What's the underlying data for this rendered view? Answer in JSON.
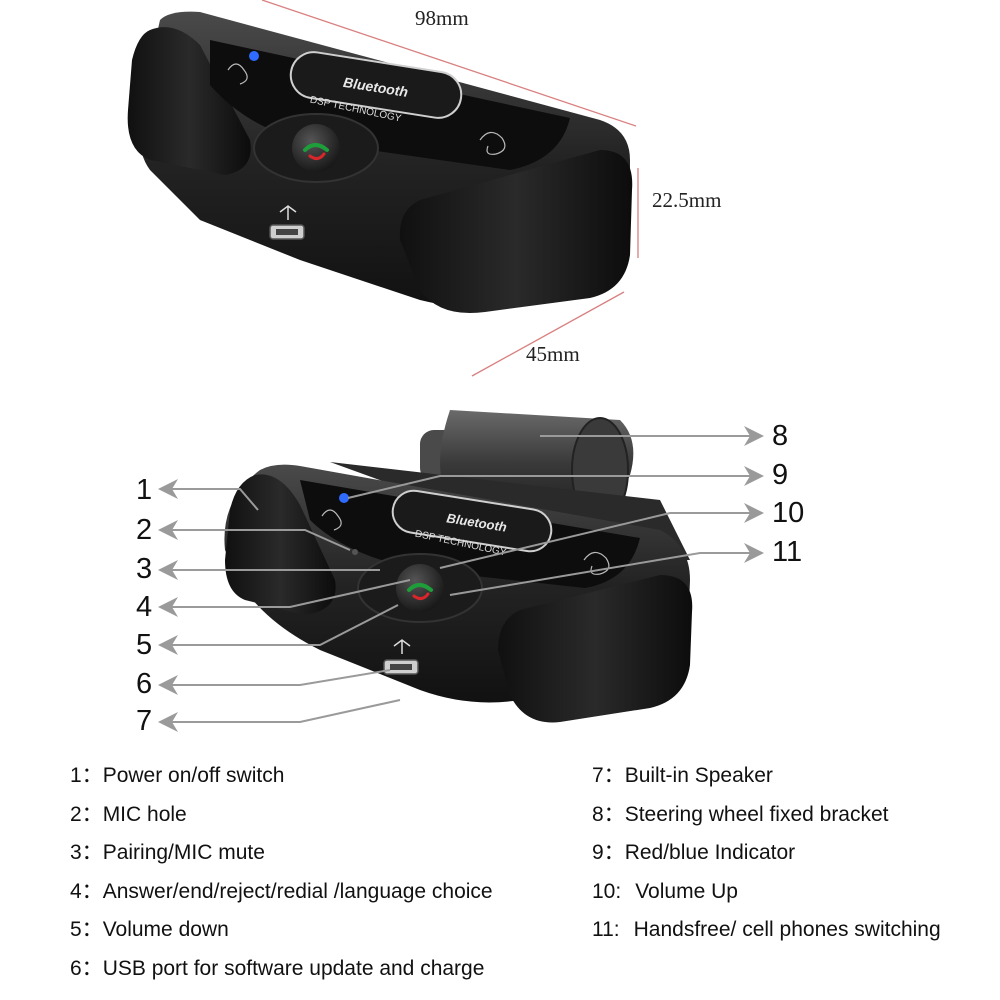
{
  "dimensions": {
    "length": "98mm",
    "height": "22.5mm",
    "depth": "45mm"
  },
  "device_text": {
    "brand": "Bluetooth",
    "technology": "DSP TECHNOLOGY"
  },
  "callout_numbers": [
    "1",
    "2",
    "3",
    "4",
    "5",
    "6",
    "7",
    "8",
    "9",
    "10",
    "11"
  ],
  "legend_left": [
    {
      "num": "1：",
      "text": "Power on/off switch"
    },
    {
      "num": "2：",
      "text": "MIC hole"
    },
    {
      "num": "3：",
      "text": "Pairing/MIC mute"
    },
    {
      "num": "4：",
      "text": "Answer/end/reject/redial /language choice"
    },
    {
      "num": "5：",
      "text": "Volume down"
    },
    {
      "num": "6：",
      "text": "USB port for software update and charge"
    }
  ],
  "legend_right": [
    {
      "num": "7：",
      "text": "Built-in Speaker"
    },
    {
      "num": "8：",
      "text": "Steering wheel fixed bracket"
    },
    {
      "num": "9：",
      "text": "Red/blue Indicator"
    },
    {
      "num": "10:",
      "text": "Volume Up"
    },
    {
      "num": "11:",
      "text": "Handsfree/ cell phones switching"
    }
  ],
  "colors": {
    "body": "#1c1c1c",
    "body_highlight": "#3a3a3a",
    "panel": "#0d0d0d",
    "led": "#2f6bff",
    "answer_green": "#1e9e3a",
    "answer_red": "#d8262b",
    "dimension_line": "#d98080",
    "callout_line": "#9a9a9a"
  }
}
